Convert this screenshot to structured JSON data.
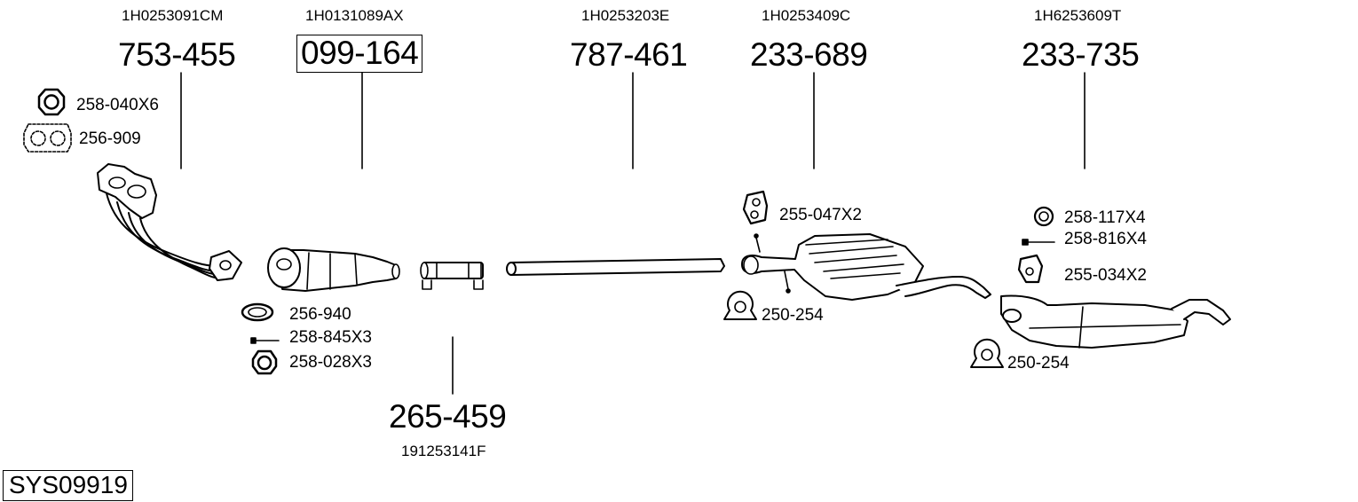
{
  "oem_codes": [
    "1H0253091CM",
    "1H0131089AX",
    "1H0253203E",
    "1H0253409C",
    "1H6253609T",
    "191253141F"
  ],
  "part_numbers": [
    "753-455",
    "099-164",
    "787-461",
    "233-689",
    "233-735",
    "265-459"
  ],
  "accessories": [
    "258-040X6",
    "256-909",
    "256-940",
    "258-845X3",
    "258-028X3",
    "255-047X2",
    "250-254",
    "258-117X4",
    "258-816X4",
    "255-034X2",
    "250-254"
  ],
  "system_code": "SYS09919"
}
